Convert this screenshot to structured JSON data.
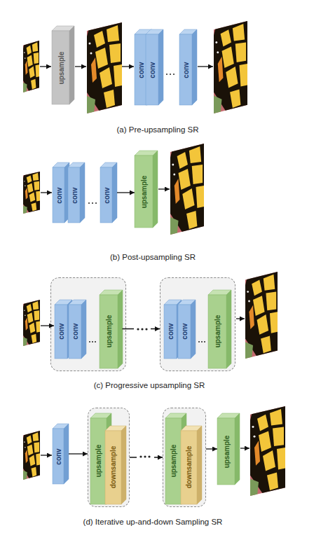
{
  "diagram": {
    "nodes": [
      {
        "text": [
          "upsample"
        ]
      },
      {
        "text": [
          "conv"
        ]
      },
      {
        "text": [
          "conv"
        ]
      },
      {
        "text": [
          "conv"
        ]
      },
      {
        "text": [
          "conv"
        ]
      },
      {
        "text": [
          "conv"
        ]
      },
      {
        "text": [
          "conv"
        ]
      },
      {
        "text": [
          "upsample"
        ]
      },
      {
        "text": []
      },
      {
        "text": [
          "conv"
        ],
        "in": 8
      },
      {
        "text": [
          "conv"
        ],
        "in": 8
      },
      {
        "text": [
          "upsample"
        ],
        "in": 8
      },
      {
        "text": []
      },
      {
        "text": [
          "conv"
        ],
        "in": 12
      },
      {
        "text": [
          "conv"
        ],
        "in": 12
      },
      {
        "text": [
          "upsample"
        ],
        "in": 12
      },
      {
        "text": [
          "conv"
        ]
      },
      {
        "text": []
      },
      {
        "text": [
          "upsample"
        ],
        "in": 17
      },
      {
        "text": [
          "downsample"
        ],
        "in": 17
      },
      {
        "text": []
      },
      {
        "text": [
          "upsample"
        ],
        "in": 20
      },
      {
        "text": [
          "downsample"
        ],
        "in": 20
      },
      {
        "text": [
          "upsample"
        ]
      }
    ],
    "edges": [
      {
        "from": 6,
        "to": 7,
        "arrow": "to"
      },
      {
        "from": 11,
        "to": 12,
        "arrow": "to"
      },
      {
        "from": 16,
        "to": 17,
        "arrow": "to"
      },
      {
        "from": 17,
        "to": 20,
        "arrow": "to"
      },
      {
        "from": 20,
        "to": 23,
        "arrow": "to"
      }
    ],
    "labels": [
      "(a) Pre-upsampling SR",
      "(b) Post-upsampling SR",
      "(c) Progressive upsampling SR",
      "(d) Iterative up-and-down Sampling SR"
    ]
  }
}
